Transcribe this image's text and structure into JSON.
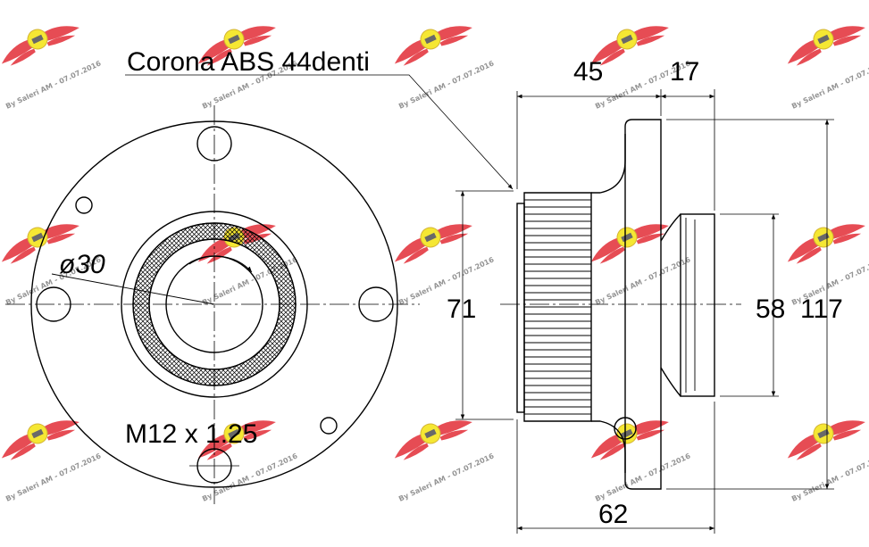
{
  "labels": {
    "corona": "Corona ABS 44denti",
    "diameter": "ø30",
    "thread": "M12 x 1.25",
    "dim_45": "45",
    "dim_17": "17",
    "dim_71": "71",
    "dim_58": "58",
    "dim_117": "117",
    "dim_62": "62"
  },
  "watermark": {
    "text": "By Saleri AM - 07.07.2016"
  },
  "colors": {
    "line": "#000000",
    "watermark_wing": "#e0202a",
    "watermark_disc": "#f3e200"
  }
}
